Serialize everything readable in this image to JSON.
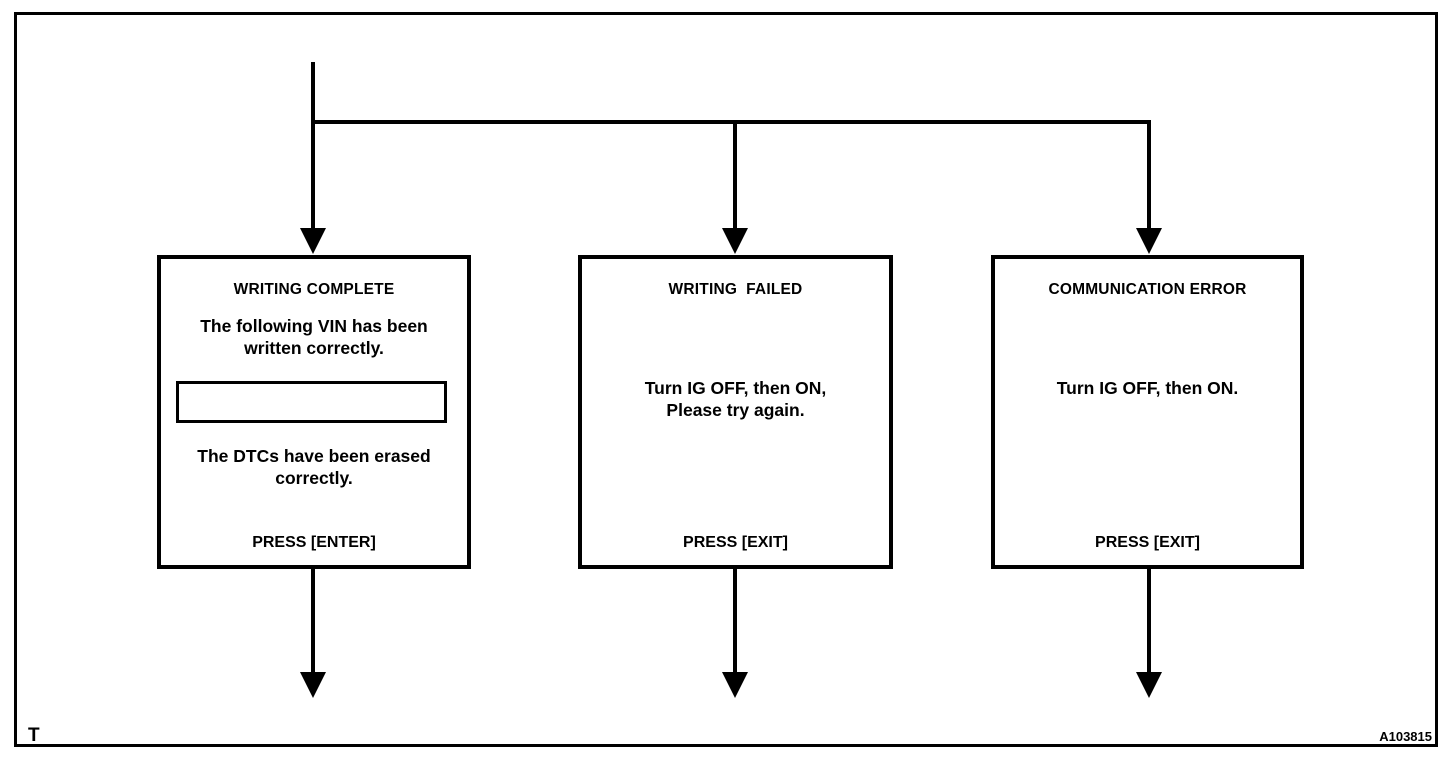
{
  "figure": {
    "id_label": "A103815",
    "continuation_marker": "T"
  },
  "flow": {
    "branch_count": 3,
    "description": "Single incoming path splits into three parallel outcome dialogs, each continuing downward."
  },
  "dialogs": [
    {
      "key": "writing_complete",
      "title": "WRITING COMPLETE",
      "body_line_1": "The following VIN has been",
      "body_line_2": "written correctly.",
      "input_field_value": "",
      "body_line_3": "The DTCs have been erased",
      "body_line_4": "correctly.",
      "footer": "PRESS [ENTER]"
    },
    {
      "key": "writing_failed",
      "title": "WRITING  FAILED",
      "body_line_1": "Turn IG OFF, then ON,",
      "body_line_2": "Please try again.",
      "footer": "PRESS [EXIT]"
    },
    {
      "key": "communication_error",
      "title": "COMMUNICATION ERROR",
      "body_line_1": "Turn IG OFF, then ON.",
      "footer": "PRESS [EXIT]"
    }
  ],
  "colors": {
    "ink": "#000000",
    "paper": "#ffffff"
  }
}
